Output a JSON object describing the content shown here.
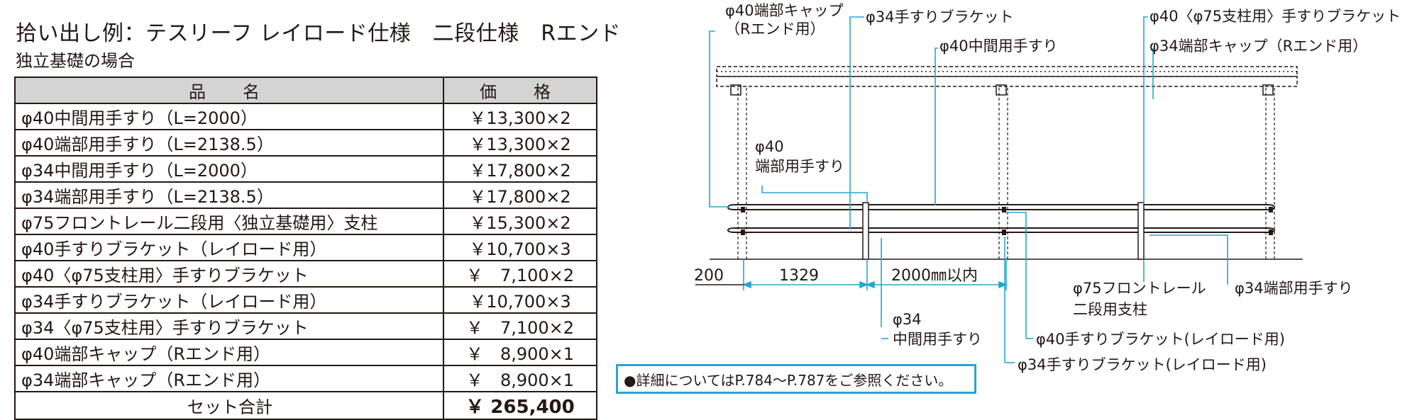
{
  "title": "拾い出し例：テスリーフ レイロード仕様　二段仕様　Rエンド",
  "subtitle": "独立基礎の場合",
  "table": {
    "headers": [
      "品　名",
      "価　格"
    ],
    "rows": [
      {
        "name": "φ40中間用手すり（L=2000）",
        "price": "￥13,300×2"
      },
      {
        "name": "φ40端部用手すり（L=2138.5）",
        "price": "￥13,300×2"
      },
      {
        "name": "φ34中間用手すり（L=2000）",
        "price": "￥17,800×2"
      },
      {
        "name": "φ34端部用手すり（L=2138.5）",
        "price": "￥17,800×2"
      },
      {
        "name": "φ75フロントレール二段用〈独立基礎用〉支柱",
        "price": "￥15,300×2"
      },
      {
        "name": "φ40手すりブラケット（レイロード用）",
        "price": "￥10,700×3"
      },
      {
        "name": "φ40〈φ75支柱用〉手すりブラケット",
        "price": "￥　7,100×2"
      },
      {
        "name": "φ34手すりブラケット（レイロード用）",
        "price": "￥10,700×3"
      },
      {
        "name": "φ34〈φ75支柱用〉手すりブラケット",
        "price": "￥　7,100×2"
      },
      {
        "name": "φ40端部キャップ（Rエンド用）",
        "price": "￥　8,900×1"
      },
      {
        "name": "φ34端部キャップ（Rエンド用）",
        "price": "￥　8,900×1"
      }
    ],
    "total_label": "セット合計",
    "total_value": "￥ 265,400"
  },
  "diagram": {
    "labels": {
      "cap40_line1": "φ40端部キャップ",
      "cap40_line2": "（Rエンド用）",
      "bracket34_top": "φ34手すりブラケット",
      "bracket40_75": "φ40〈φ75支柱用〉手すりブラケット",
      "mid40": "φ40中間用手すり",
      "cap34": "φ34端部キャップ（Rエンド用）",
      "end40_line1": "φ40",
      "end40_line2": "端部用手すり",
      "post75_line1": "φ75フロントレール",
      "post75_line2": "二段用支柱",
      "end34": "φ34端部用手すり",
      "mid34_line1": "φ34",
      "mid34_line2": "中間用手すり",
      "bracket40_ray": "φ40手すりブラケット(レイロード用)",
      "bracket34_ray": "φ34手すりブラケット(レイロード用)"
    },
    "dimensions": {
      "d1": "200",
      "d2": "1329",
      "d3": "2000㎜以内"
    },
    "colors": {
      "leader": "#27a5d0",
      "line": "#231815"
    }
  },
  "note": "●詳細についてはP.784〜P.787をご参照ください。"
}
